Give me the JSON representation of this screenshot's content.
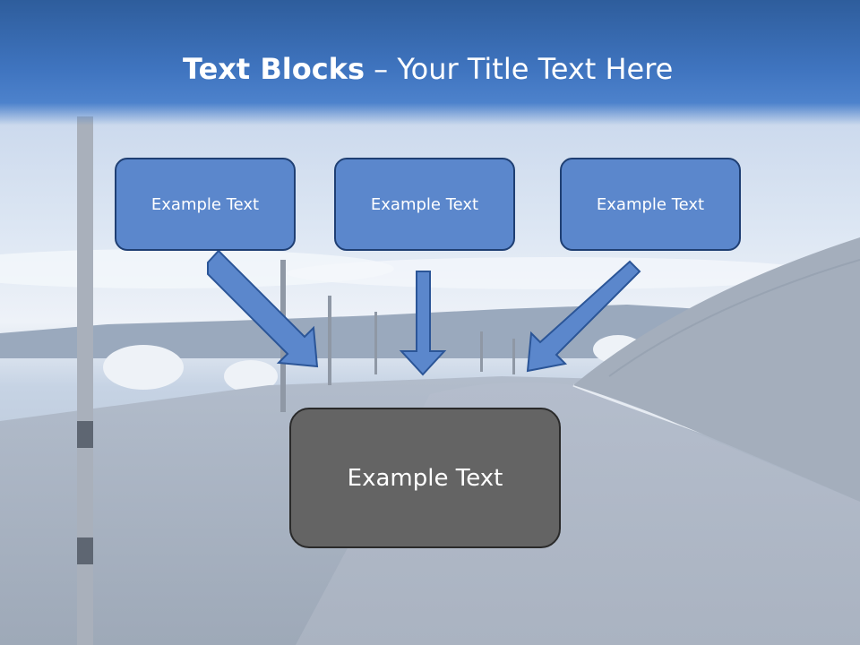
{
  "title": {
    "bold_part": "Text Blocks",
    "separator": " – ",
    "rest": "Your Title Text Here"
  },
  "blocks": {
    "top_left": "Example Text",
    "top_center": "Example Text",
    "top_right": "Example Text",
    "bottom": "Example Text"
  },
  "colors": {
    "title_band": "#3f74bf",
    "box_fill": "#5b87cc",
    "box_border": "#1f3f73",
    "arrow_fill": "#5b87cc",
    "bottom_box_fill": "#646464"
  }
}
